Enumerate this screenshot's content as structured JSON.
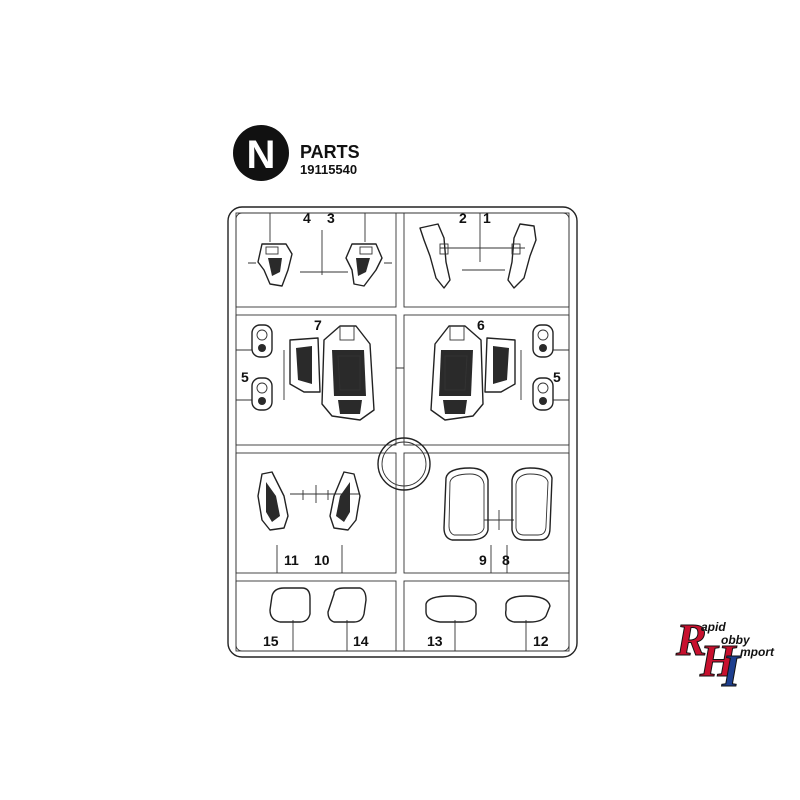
{
  "header": {
    "letter": "N",
    "title": "PARTS",
    "part_number": "19115540"
  },
  "part_labels": [
    "4",
    "3",
    "2",
    "1",
    "7",
    "6",
    "5",
    "5",
    "11",
    "10",
    "9",
    "8",
    "15",
    "14",
    "13",
    "12"
  ],
  "logo": {
    "letters": "RHI",
    "words": [
      "apid",
      "obby",
      "mport"
    ],
    "colors": {
      "red": "#c8102e",
      "blue": "#1d3f8f",
      "outline": "#111111"
    }
  },
  "colors": {
    "line": "#222222",
    "background": "#ffffff"
  }
}
